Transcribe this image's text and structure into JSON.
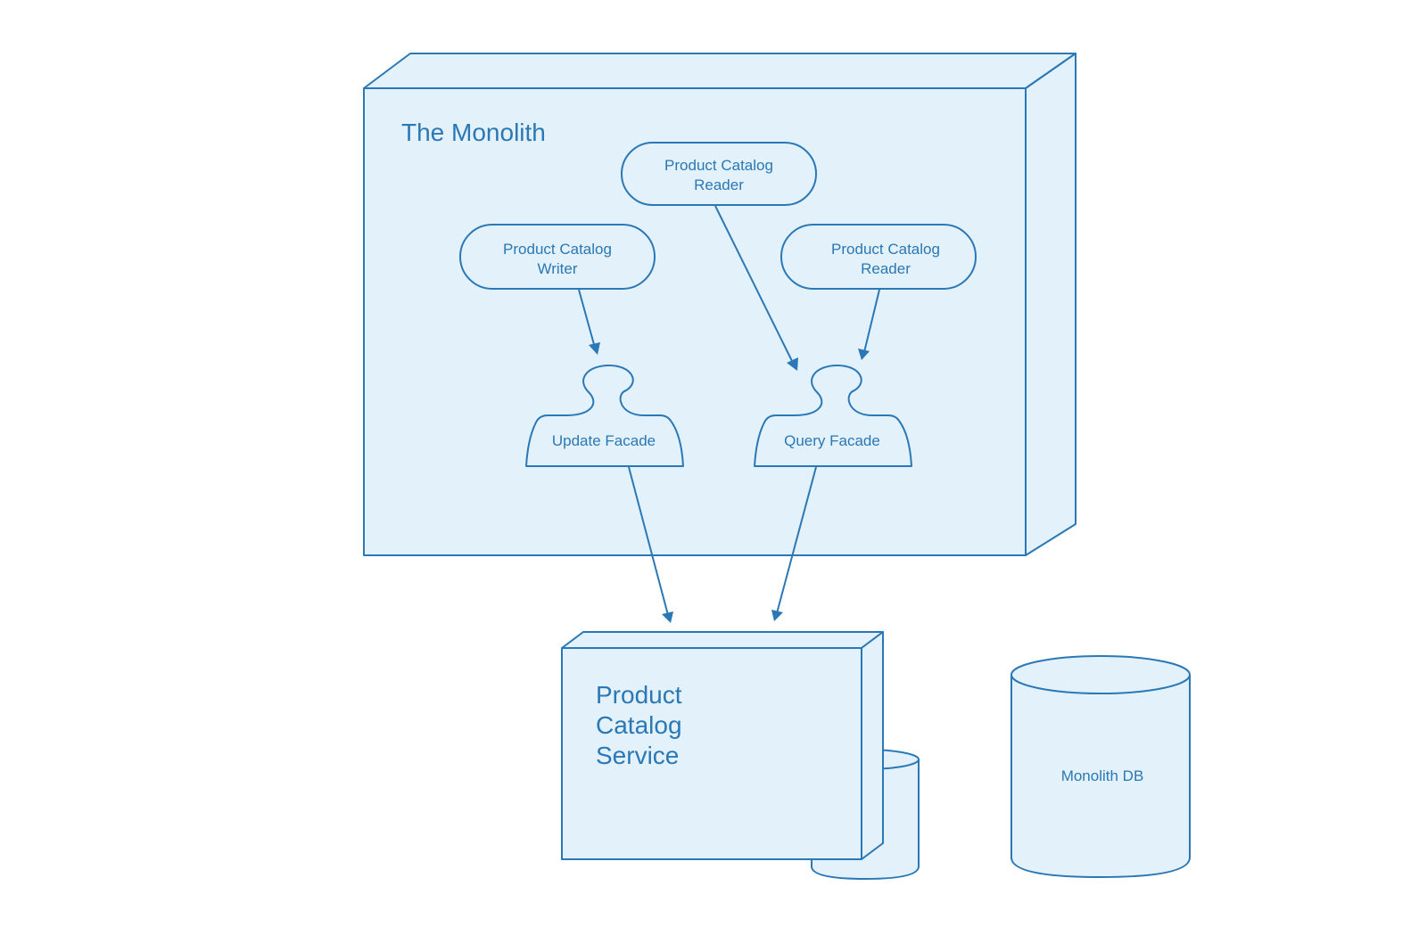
{
  "diagram": {
    "colors": {
      "stroke": "#2a78b5",
      "fill": "#e3f1fb",
      "background": "#ffffff"
    },
    "nodes": {
      "monolith": {
        "type": "3d-box",
        "label": "The Monolith"
      },
      "reader_top": {
        "type": "rounded-pill",
        "line1": "Product Catalog",
        "line2": "Reader"
      },
      "writer": {
        "type": "rounded-pill",
        "line1": "Product Catalog",
        "line2": "Writer"
      },
      "reader_right": {
        "type": "rounded-pill",
        "line1": "Product Catalog",
        "line2": "Reader"
      },
      "update_facade": {
        "type": "facade-interface",
        "label": "Update Facade"
      },
      "query_facade": {
        "type": "facade-interface",
        "label": "Query Facade"
      },
      "service": {
        "type": "3d-box-with-db",
        "line1": "Product",
        "line2": "Catalog",
        "line3": "Service"
      },
      "monolith_db": {
        "type": "database-cylinder",
        "label": "Monolith DB"
      }
    },
    "edges": [
      {
        "from": "writer",
        "to": "update_facade"
      },
      {
        "from": "reader_top",
        "to": "query_facade"
      },
      {
        "from": "reader_right",
        "to": "query_facade"
      },
      {
        "from": "update_facade",
        "to": "service"
      },
      {
        "from": "query_facade",
        "to": "service"
      }
    ]
  }
}
